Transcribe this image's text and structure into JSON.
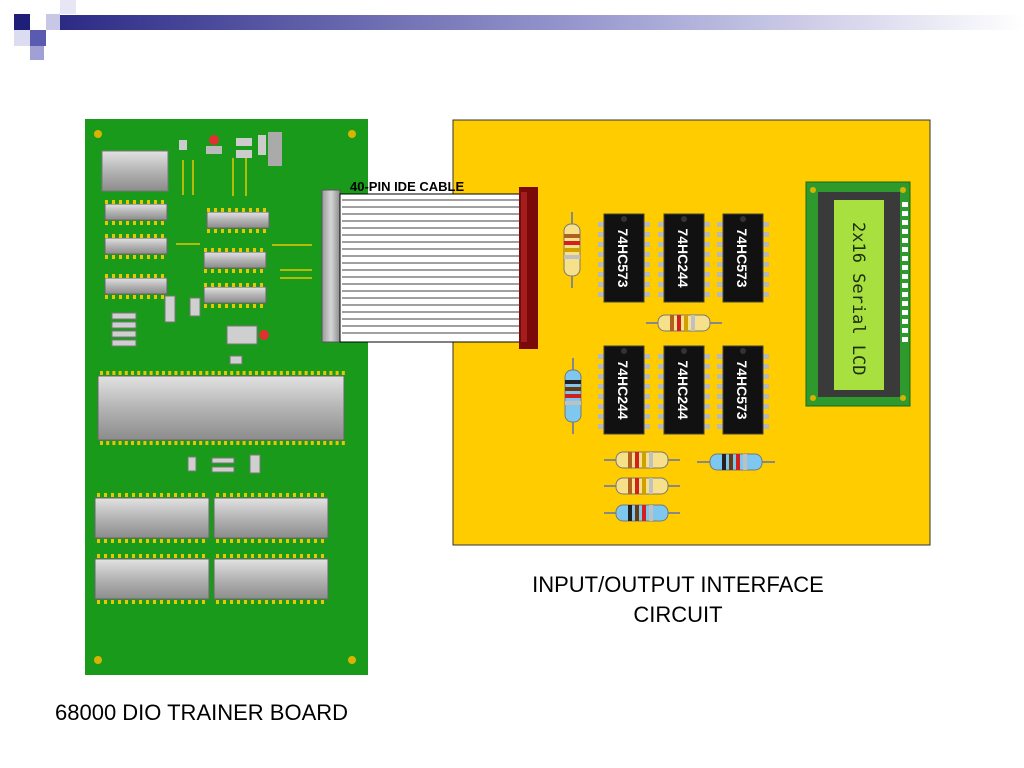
{
  "slide": {
    "cable_label": "40-PIN IDE CABLE",
    "io_caption_line1": "INPUT/OUTPUT INTERFACE",
    "io_caption_line2": "CIRCUIT",
    "trainer_caption": "68000 DIO TRAINER BOARD"
  },
  "interface_board": {
    "chips_top": [
      "74HC573",
      "74HC244",
      "74HC573"
    ],
    "chips_bottom": [
      "74HC244",
      "74HC244",
      "74HC573"
    ],
    "lcd_text": "2x16 Serial LCD"
  },
  "colors": {
    "trainer_pcb": "#1a9a1a",
    "interface_pcb": "#ffcc00",
    "cable": "#ffffff",
    "connector": "#7a0a0a",
    "lcd_screen": "#a8e040",
    "header_decor": "#1f1f7a"
  }
}
